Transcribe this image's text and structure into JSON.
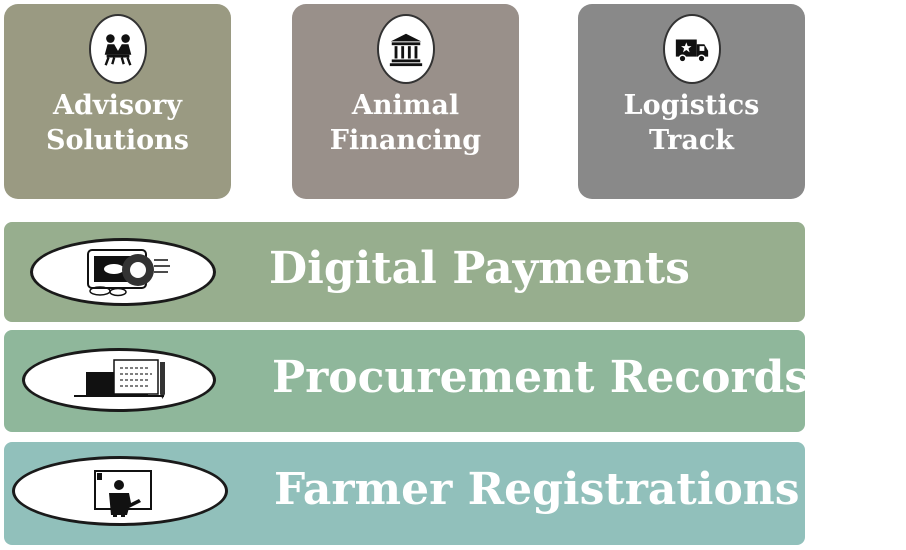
{
  "tiles": [
    {
      "label_line1": "Advisory",
      "label_line2": "Solutions",
      "icon": "advisory-meeting-icon",
      "color": "#9a9a82"
    },
    {
      "label_line1": "Animal",
      "label_line2": "Financing",
      "icon": "bank-icon",
      "color": "#99908a"
    },
    {
      "label_line1": "Logistics",
      "label_line2": "Track",
      "icon": "delivery-truck-icon",
      "color": "#898989"
    }
  ],
  "bars": [
    {
      "label": "Digital Payments",
      "icon": "payment-card-icon",
      "color": "#97ae8e"
    },
    {
      "label": "Procurement Records",
      "icon": "records-folder-icon",
      "color": "#8fb79b"
    },
    {
      "label": "Farmer Registrations",
      "icon": "presenter-board-icon",
      "color": "#91c0bb"
    }
  ]
}
